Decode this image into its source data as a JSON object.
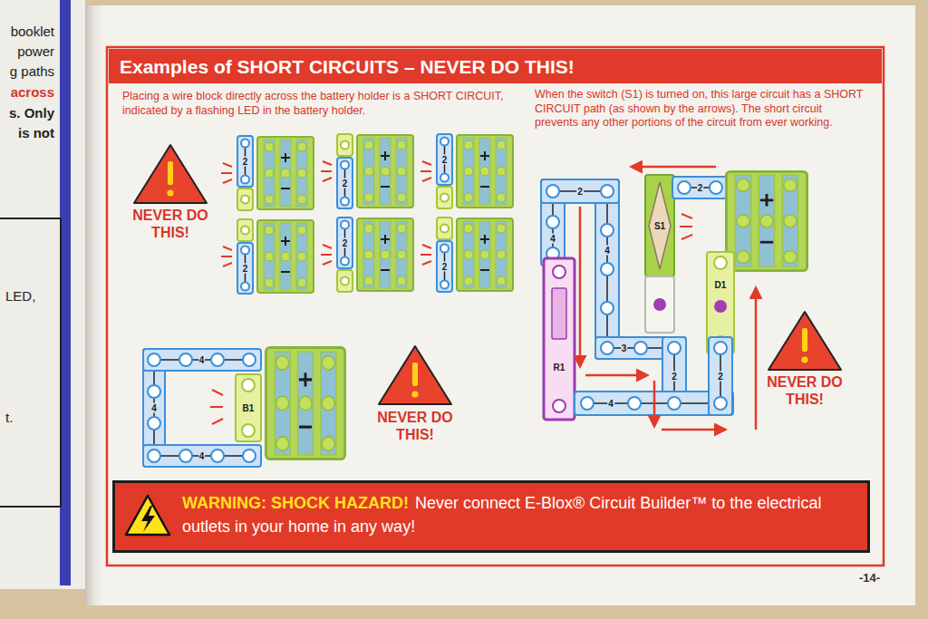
{
  "diagram": {
    "title": "Examples of SHORT CIRCUITS – NEVER DO THIS!",
    "nodes": [
      {
        "text": [
          "LED,",
          "t."
        ]
      },
      {
        "text": [
          "WARNING: SHOCK HAZARD!",
          "Never connect E-Blox® Circuit Builder™ to the electrical outlets in your home in any way!"
        ]
      }
    ],
    "labels": [
      "booklet",
      "power",
      "g paths",
      "across",
      "s. Only",
      "is not",
      "Placing a wire block directly across the battery holder is a SHORT CIRCUIT, indicated by a flashing LED in the battery holder.",
      "When the switch (S1) is turned on, this large circuit has a SHORT CIRCUIT path (as shown by the arrows). The short circuit prevents any other portions of the circuit from ever working.",
      "NEVER DO THIS!",
      "NEVER DO THIS!",
      "NEVER DO THIS!",
      "2",
      "2",
      "2",
      "2",
      "2",
      "2",
      "4",
      "4",
      "4",
      "B1",
      "2",
      "4",
      "4",
      "R1",
      "S1",
      "2",
      "D1",
      "3",
      "2",
      "4",
      "2",
      "-14-"
    ]
  }
}
